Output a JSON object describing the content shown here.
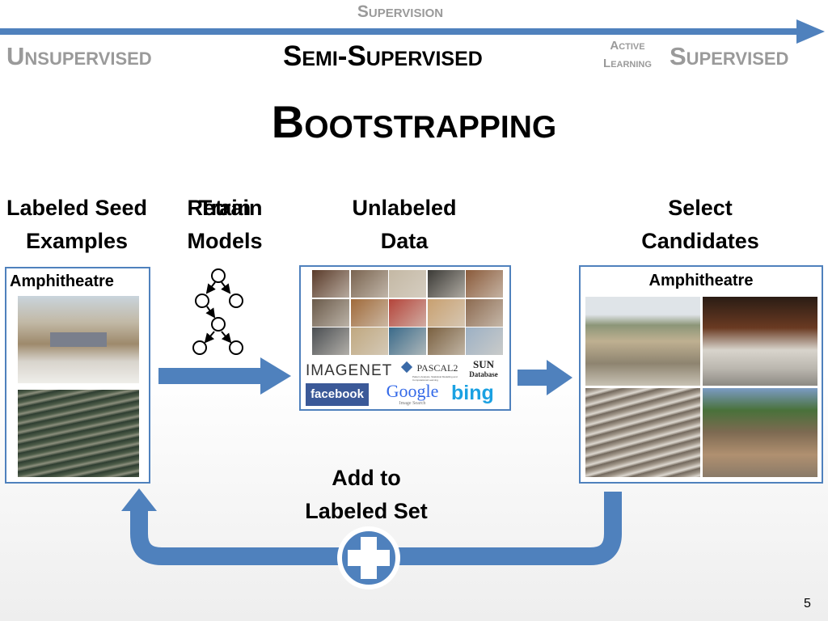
{
  "scale": {
    "top_label": "Supervision",
    "unsupervised": "Unsupervised",
    "semi": "Semi-Supervised",
    "active_line1": "Active",
    "active_line2": "Learning",
    "supervised": "Supervised"
  },
  "title": "Bootstrapping",
  "steps": {
    "seed": {
      "line1": "Labeled Seed",
      "line2": "Examples"
    },
    "train": {
      "overlay1": "Train",
      "overlay2": "Retrain",
      "line2": "Models"
    },
    "unlabeled": {
      "line1": "Unlabeled",
      "line2": "Data"
    },
    "select": {
      "line1": "Select",
      "line2": "Candidates"
    },
    "add": {
      "line1": "Add to",
      "line2": "Labeled Set"
    }
  },
  "seed_caption": "Amphitheatre",
  "candidates_caption": "Amphitheatre",
  "sources": {
    "imagenet": "IMAGENET",
    "pascal": "PASCAL2",
    "pascal_sub": "Pattern Analysis, Statistical Modelling and Computational Learning",
    "sun": "SUN",
    "sun_sub": "Database",
    "facebook": "facebook",
    "google": "Google",
    "google_sub": "Image Search",
    "bing": "bing"
  },
  "colors": {
    "accent": "#4f81bd",
    "accent_dark": "#3a6aa8"
  },
  "page_number": "5"
}
